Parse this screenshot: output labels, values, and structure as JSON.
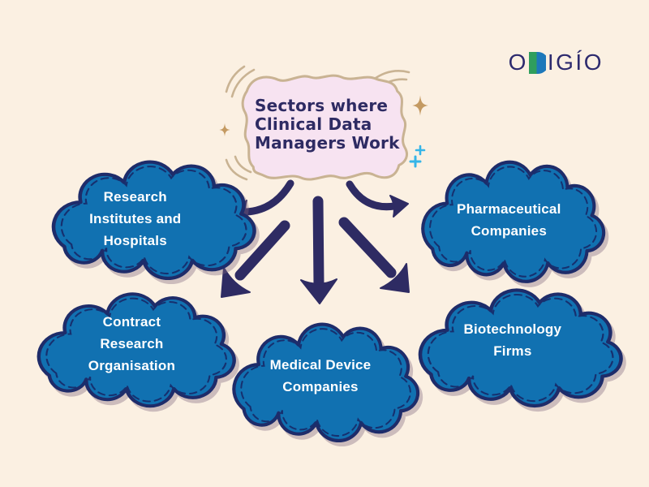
{
  "title": {
    "text": "Sectors where Clinical Data Managers Work",
    "lines": [
      "Sectors where",
      "Clinical Data",
      "Managers Work"
    ]
  },
  "logo": {
    "text": "ODIGÍO",
    "prefix": "O",
    "d_letter": "D",
    "suffix": "IGÍO"
  },
  "clouds": [
    {
      "label": "Research Institutes and Hospitals",
      "lines": [
        "Research",
        "Institutes and",
        "Hospitals"
      ]
    },
    {
      "label": "Pharmaceutical Companies",
      "lines": [
        "Pharmaceutical",
        "Companies"
      ]
    },
    {
      "label": "Contract Research Organisation",
      "lines": [
        "Contract",
        "Research",
        "Organisation"
      ]
    },
    {
      "label": "Medical Device Companies",
      "lines": [
        "Medical Device",
        "Companies"
      ]
    },
    {
      "label": "Biotechnology Firms",
      "lines": [
        "Biotechnology",
        "Firms"
      ]
    }
  ],
  "colors": {
    "background": "#fbf0e2",
    "blob_fill": "#f7e3f1",
    "blob_border": "#c9b393",
    "navy": "#2e2b63",
    "cloud_fill": "#1171b1",
    "cloud_stroke": "#1e2c6a",
    "cloud_text": "#ffffff",
    "gold_sparkle": "#c49a62",
    "cyan_plus": "#35b5e8",
    "logo_navy": "#2d2a6e",
    "logo_green": "#2f9e5d",
    "logo_blue": "#1d78ba"
  }
}
